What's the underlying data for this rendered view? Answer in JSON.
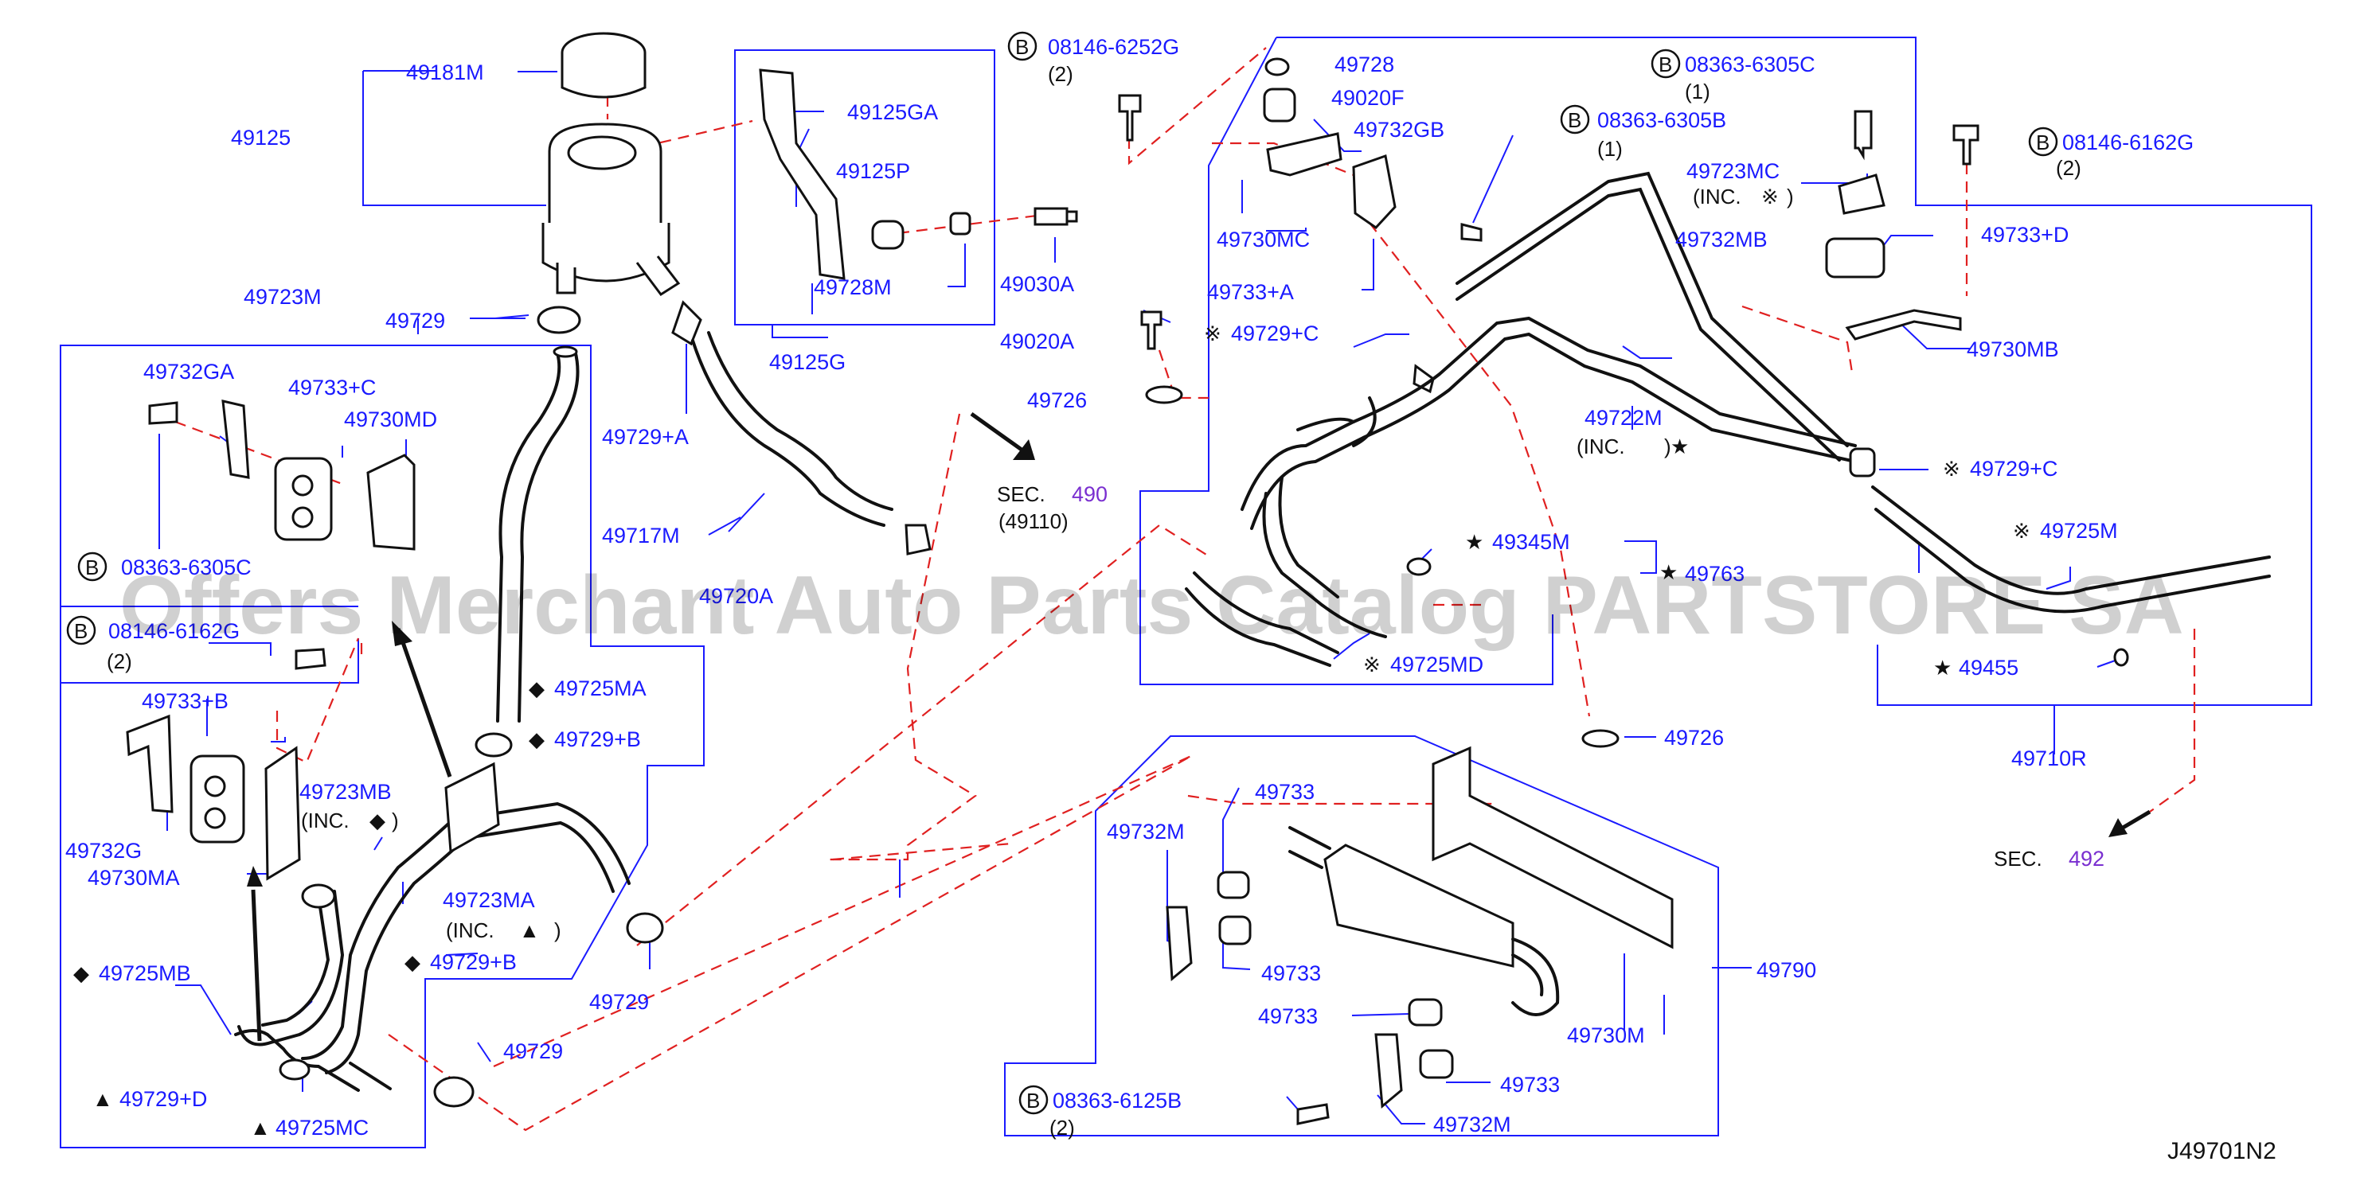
{
  "labels": {
    "p49181M": "49181M",
    "p49125": "49125",
    "p49125GA": "49125GA",
    "p49125P": "49125P",
    "p49728M": "49728M",
    "p49030A": "49030A",
    "p49125G": "49125G",
    "p49723M": "49723M",
    "p49729_top": "49729",
    "p49732GA": "49732GA",
    "p49733C": "49733+C",
    "p49730MD": "49730MD",
    "p49729A": "49729+A",
    "p49717M": "49717M",
    "p49720A": "49720A",
    "p08363_6305C_left": "08363-6305C",
    "p08146_6162G_left": "08146-6162G",
    "p08146_6162G_left_qty": "(2)",
    "p49733B": "49733+B",
    "p49723MB": "49723MB",
    "p49723MB_inc": "(INC.",
    "p49732G": "49732G",
    "p49730MA": "49730MA",
    "p49723MA": "49723MA",
    "p49723MA_inc": "(INC.",
    "p49725MA": "49725MA",
    "p49729B_1": "49729+B",
    "p49729B_2": "49729+B",
    "p49725MB": "49725MB",
    "p49729D": "49729+D",
    "p49725MC": "49725MC",
    "p49729_mid": "49729",
    "p49729_low": "49729",
    "p08146_6252G": "08146-6252G",
    "p08146_6252G_qty": "(2)",
    "p49728": "49728",
    "p49020F": "49020F",
    "p49732GB": "49732GB",
    "p08363_6305B": "08363-6305B",
    "p08363_6305B_qty": "(1)",
    "p08363_6305C_right": "08363-6305C",
    "p08363_6305C_right_qty": "(1)",
    "p49723MC": "49723MC",
    "p49723MC_inc": "(INC.",
    "p49730MC": "49730MC",
    "p49732MB": "49732MB",
    "p08146_6162G_right": "08146-6162G",
    "p08146_6162G_right_qty": "(2)",
    "p49733D": "49733+D",
    "p49733A": "49733+A",
    "p49729C_1": "49729+C",
    "p49020A": "49020A",
    "p49730MB": "49730MB",
    "p49726_1": "49726",
    "p49722M": "49722M",
    "p49722M_inc": "(INC.",
    "p49729C_2": "49729+C",
    "sec490": "SEC.",
    "sec490_num": "490",
    "sec490_sub": "(49110)",
    "p49345M": "49345M",
    "p49763": "49763",
    "p49725M": "49725M",
    "p49725MD": "49725MD",
    "p49455": "49455",
    "p49726_2": "49726",
    "p49710R": "49710R",
    "sec492": "SEC.",
    "sec492_num": "492",
    "p49733_1": "49733",
    "p49732M_1": "49732M",
    "p49733_2": "49733",
    "p49733_3": "49733",
    "p49733_4": "49733",
    "p49790": "49790",
    "p49730M": "49730M",
    "p08363_6125B": "08363-6125B",
    "p08363_6125B_qty": "(2)",
    "p49732M_2": "49732M",
    "diagram_code": "J49701N2",
    "symbol_b": "B",
    "symbol_note": "※",
    "symbol_star": "★",
    "symbol_diamond": "◆",
    "symbol_triangle": "▲",
    "close_paren": ")",
    "watermark": "Offers Merchant Auto Parts Catalog PARTSTORE SA"
  },
  "colors": {
    "label_blue": "#1a1aff",
    "dash_red": "#e02020",
    "line_black": "#111111",
    "section_purple": "#7a2fd0"
  }
}
